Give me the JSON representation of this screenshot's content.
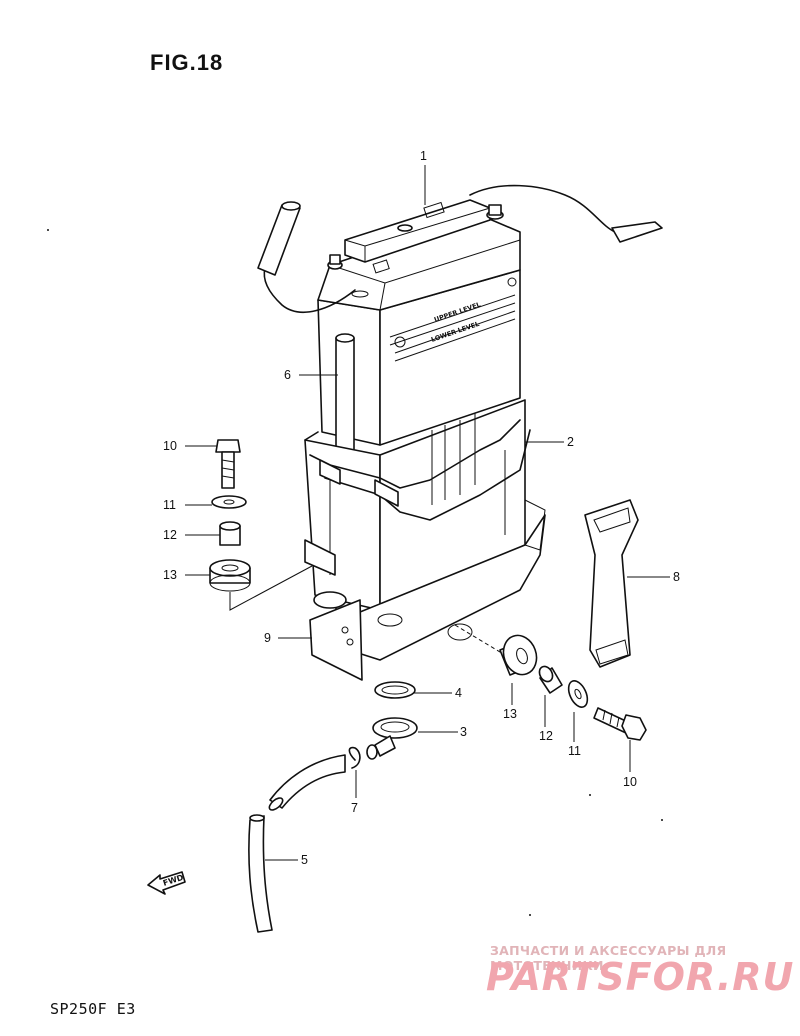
{
  "figure_title": "FIG.18",
  "model_code": "SP250F  E3",
  "battery_text": {
    "upper": "UPPER LEVEL",
    "lower": "LOWER LEVEL"
  },
  "fwd_label": "FWD",
  "callouts": {
    "p1": "1",
    "p2": "2",
    "p3": "3",
    "p4": "4",
    "p5": "5",
    "p6": "6",
    "p7": "7",
    "p8": "8",
    "p9": "9",
    "p10_left": "10",
    "p11_left": "11",
    "p12_left": "12",
    "p13_left": "13",
    "p13_right": "13",
    "p12_right": "12",
    "p11_right": "11",
    "p10_right": "10"
  },
  "watermark": {
    "line1": "ЗАПЧАСТИ И АКСЕССУАРЫ ДЛЯ МОТОТЕХНИКИ",
    "line2": "PARTSFOR.RU"
  }
}
